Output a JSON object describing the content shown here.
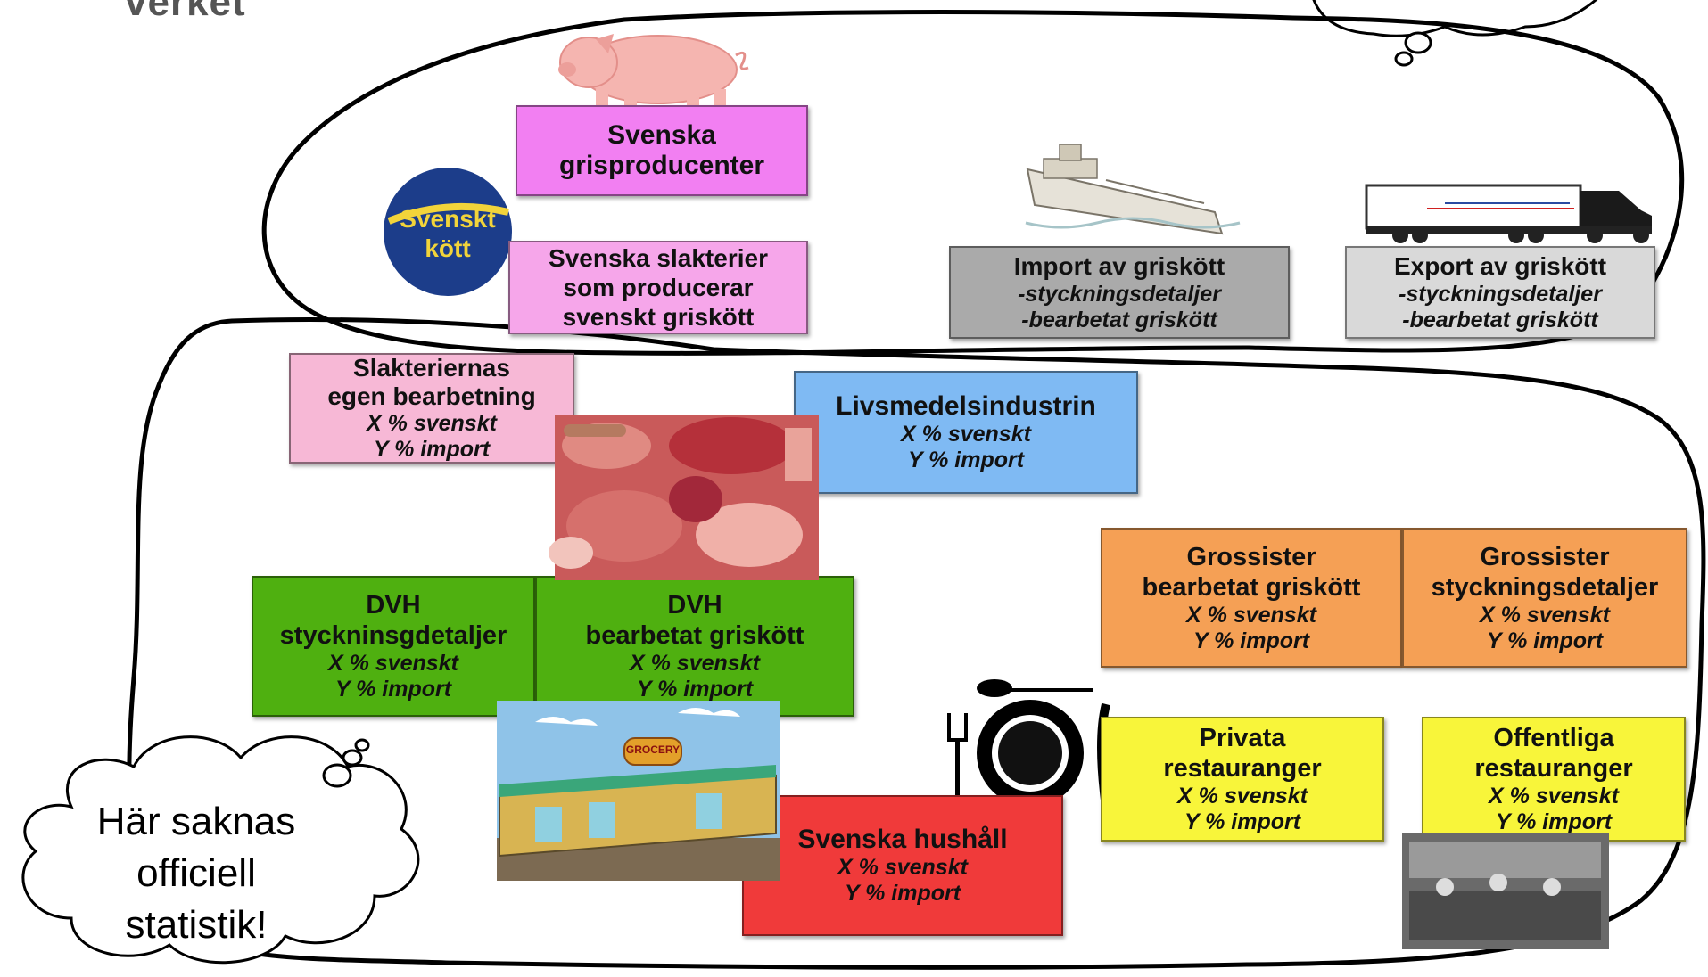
{
  "header_fragment": "verket",
  "logo": {
    "line1": "Svenskt",
    "line2": "kött"
  },
  "boxes": {
    "grisproducenter": {
      "title_lines": [
        "Svenska",
        "grisproducenter"
      ]
    },
    "slakterier": {
      "title_lines": [
        "Svenska slakterier",
        "som producerar",
        "svenskt griskött"
      ]
    },
    "import": {
      "title": "Import av griskött",
      "sub1": "-styckningsdetaljer",
      "sub2": "-bearbetat griskött"
    },
    "export": {
      "title": "Export av griskött",
      "sub1": "-styckningsdetaljer",
      "sub2": "-bearbetat griskött"
    },
    "slakteriernas": {
      "title_lines": [
        "Slakteriernas",
        "egen bearbetning"
      ],
      "sub1": "X % svenskt",
      "sub2": "Y % import"
    },
    "livsmedel": {
      "title": "Livsmedelsindustrin",
      "sub1": "X % svenskt",
      "sub2": "Y % import"
    },
    "dvh_styck": {
      "title_lines": [
        "DVH",
        "styckninsgdetaljer"
      ],
      "sub1": "X % svenskt",
      "sub2": "Y % import"
    },
    "dvh_bearb": {
      "title_lines": [
        "DVH",
        "bearbetat griskött"
      ],
      "sub1": "X % svenskt",
      "sub2": "Y % import"
    },
    "gross_bearb": {
      "title_lines": [
        "Grossister",
        "bearbetat griskött"
      ],
      "sub1": "X % svenskt",
      "sub2": "Y % import"
    },
    "gross_styck": {
      "title_lines": [
        "Grossister",
        "styckningsdetaljer"
      ],
      "sub1": "X % svenskt",
      "sub2": "Y % import"
    },
    "privata": {
      "title_lines": [
        "Privata",
        "restauranger"
      ],
      "sub1": "X % svenskt",
      "sub2": "Y % import"
    },
    "offentliga": {
      "title_lines": [
        "Offentliga",
        "restauranger"
      ],
      "sub1": "X % svenskt",
      "sub2": "Y % import"
    },
    "hushall": {
      "title": "Svenska hushåll",
      "sub1": "X % svenskt",
      "sub2": "Y % import"
    }
  },
  "grocery_sign": "GROCERY",
  "cloud_lines": [
    "Här saknas",
    "officiell",
    "statistik!"
  ],
  "colors": {
    "magenta": "#f27ff2",
    "light_pink": "#f6a6ea",
    "pink": "#f7b8d6",
    "gray_dark": "#aaaaaa",
    "gray_light": "#d9d9d9",
    "blue": "#7fbaf3",
    "green": "#4fb010",
    "orange": "#f5a055",
    "yellow": "#f8f53a",
    "red": "#f03a3a"
  }
}
